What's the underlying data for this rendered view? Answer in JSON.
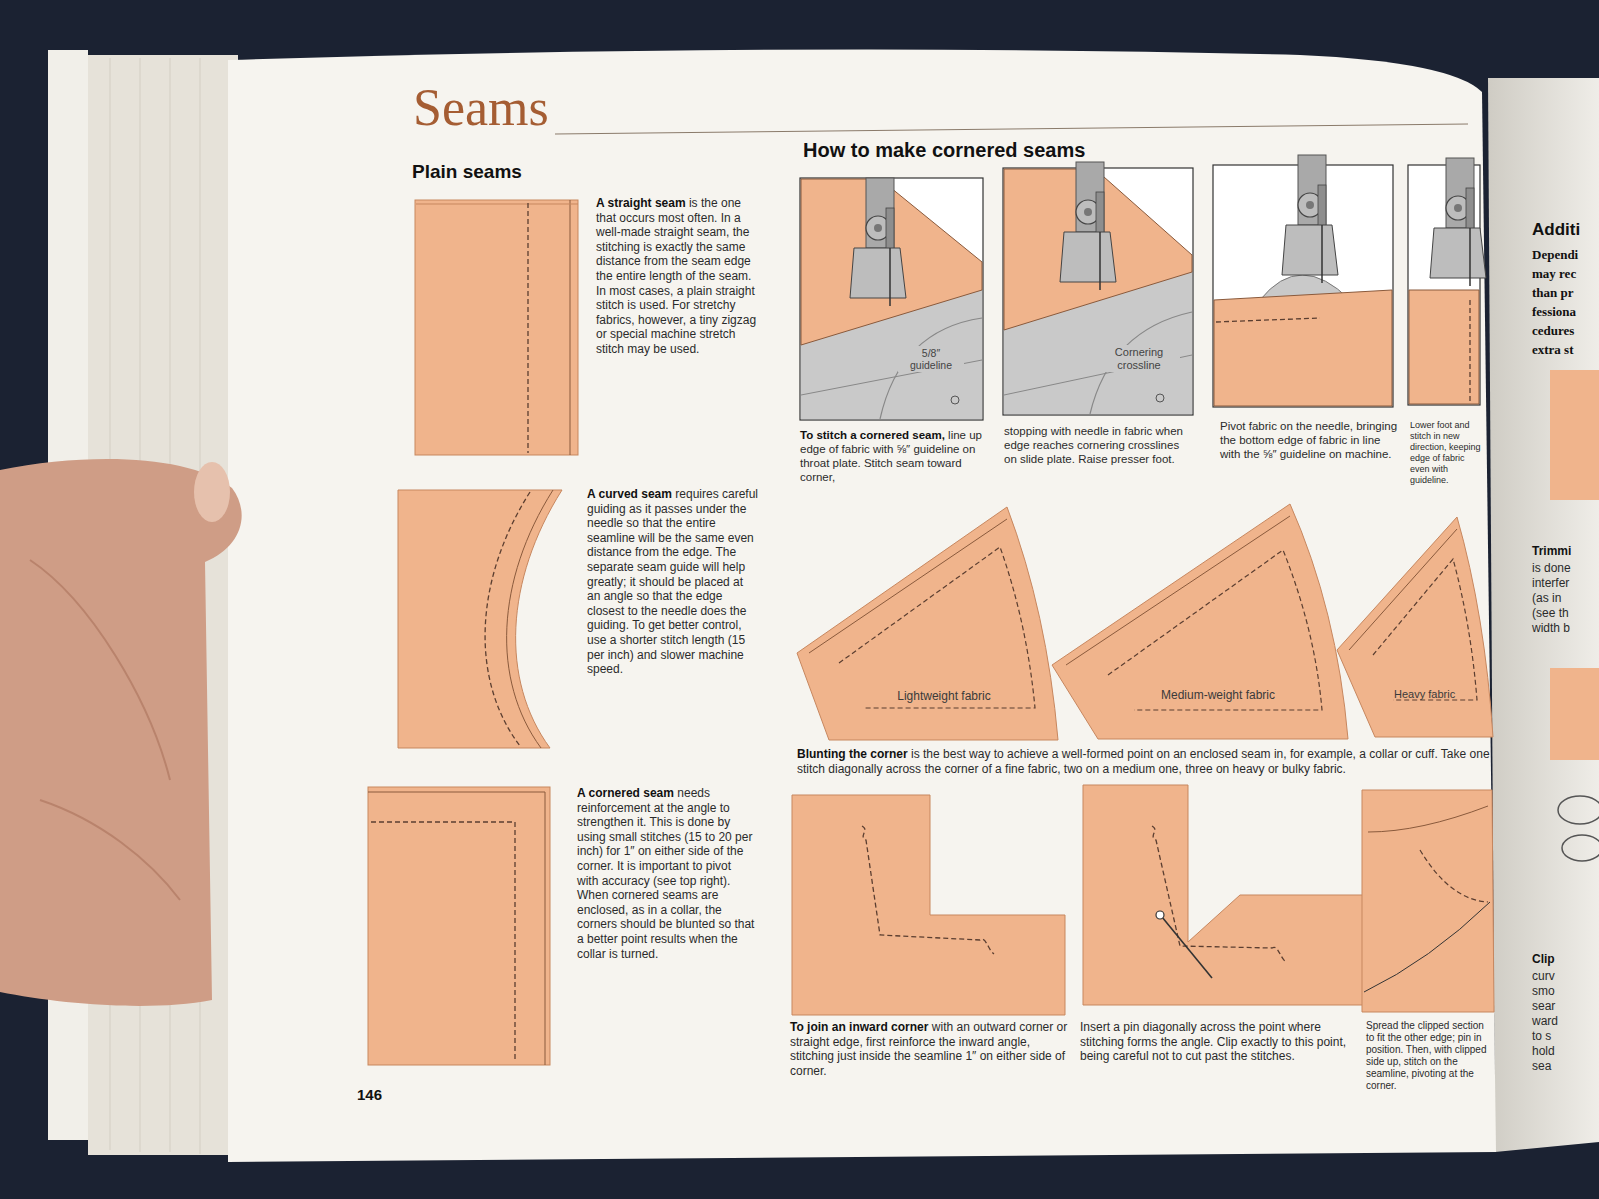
{
  "diagram": {
    "title": "Seams",
    "nodes": [
      {
        "text": [
          "Lightweight fabric"
        ]
      },
      {
        "text": [
          "Medium-weight fabric"
        ]
      },
      {
        "text": [
          "Heavy fabric"
        ]
      }
    ],
    "labels": [
      "Plain seams",
      "How to make cornered seams",
      "A straight seam",
      "is the one that occurs most often. In a well-made straight seam, the stitching is exactly the same distance from the seam edge the entire length of the seam. In most cases, a plain straight stitch is used. For stretchy fabrics, however, a tiny zigzag or special machine stretch stitch may be used.",
      "A curved seam",
      "requires careful guiding as it passes under the needle so that the entire seamline will be the same even distance from the edge. The separate seam guide will help greatly; it should be placed at an angle so that the edge closest to the needle does the guiding. To get better control, use a shorter stitch length (15 per inch) and slower machine speed.",
      "A cornered seam",
      "needs reinforcement at the angle to strengthen it. This is done by using small stitches (15 to 20 per inch) for 1″ on either side of the corner. It is important to pivot with accuracy (see top right). When cornered seams are enclosed, as in a collar, the corners should be blunted so that a better point results when the collar is turned.",
      "146",
      "5/8″ guideline",
      "Cornering crossline",
      "To stitch a cornered seam,",
      "line up edge of fabric with ⅝″ guideline on throat plate. Stitch seam toward corner,",
      "stopping with needle in fabric when edge reaches cornering crosslines on slide plate. Raise presser foot.",
      "Pivot fabric on the needle, bringing the bottom edge of fabric in line with the ⅝″ guideline on machine.",
      "Lower foot and stitch in new direction, keeping edge of fabric even with guideline.",
      "Blunting the corner",
      "is the best way to achieve a well-formed point on an enclosed seam in, for example, a collar or cuff. Take one stitch diagonally across the corner of a fine fabric, two on a medium one, three on heavy or bulky fabric.",
      "To join an inward corner",
      "with an outward corner or straight edge, first reinforce the inward angle, stitching just inside the seamline 1″ on either side of corner.",
      "Insert a pin diagonally across the point where stitching forms the angle. Clip exactly to this point, being careful not to cut past the stitches.",
      "Spread the clipped section to fit the other edge; pin in position. Then, with clipped side up, stitch on the seamline, pivoting at the corner.",
      "Additi",
      "Dependi",
      "may rec",
      "than pr",
      "fessiona",
      "cedures",
      "extra st",
      "Trimmi",
      "is done",
      "interfer",
      "(as in",
      "(see th",
      "width b",
      "Clip",
      "curv",
      "smo",
      "sear",
      "ward",
      "to s",
      "hold",
      "sea"
    ]
  }
}
